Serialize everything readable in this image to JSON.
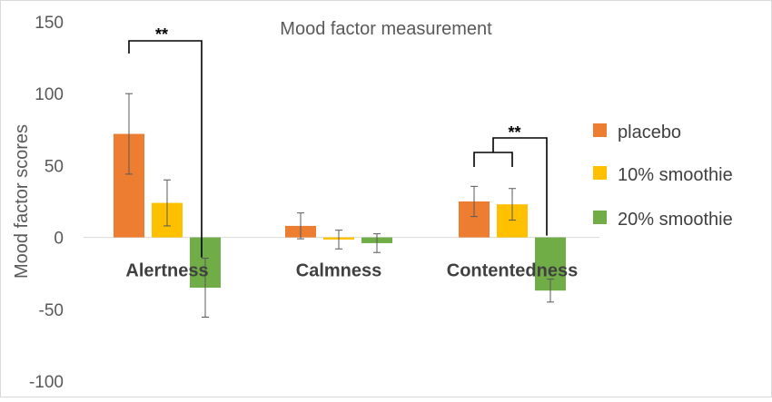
{
  "chart_data": {
    "type": "bar",
    "title": "Mood factor measurement",
    "ylabel": "Mood factor scores",
    "xlabel": "",
    "ylim": [
      -100,
      150
    ],
    "yticks": [
      -100,
      -50,
      0,
      50,
      100,
      150
    ],
    "categories": [
      "Alertness",
      "Calmness",
      "Contentedness"
    ],
    "series": [
      {
        "name": "placebo",
        "color": "#ED7D31",
        "values": [
          72,
          8,
          25
        ],
        "error": [
          28,
          9,
          10.5
        ]
      },
      {
        "name": "10% smoothie",
        "color": "#FFC000",
        "values": [
          24,
          -1.5,
          23
        ],
        "error": [
          16,
          6.5,
          11
        ]
      },
      {
        "name": "20% smoothie",
        "color": "#70AD47",
        "values": [
          -35,
          -4,
          -37
        ],
        "error": [
          20.5,
          6.5,
          8
        ]
      }
    ],
    "significance": [
      {
        "label": "**",
        "category": "Alertness",
        "between": [
          "placebo",
          "20% smoothie"
        ]
      },
      {
        "label": "**",
        "category": "Contentedness",
        "between": [
          "placebo + 10% smoothie",
          "20% smoothie"
        ]
      }
    ],
    "legend_position": "right",
    "grid": false,
    "frame_color": "#d9d9d9"
  }
}
